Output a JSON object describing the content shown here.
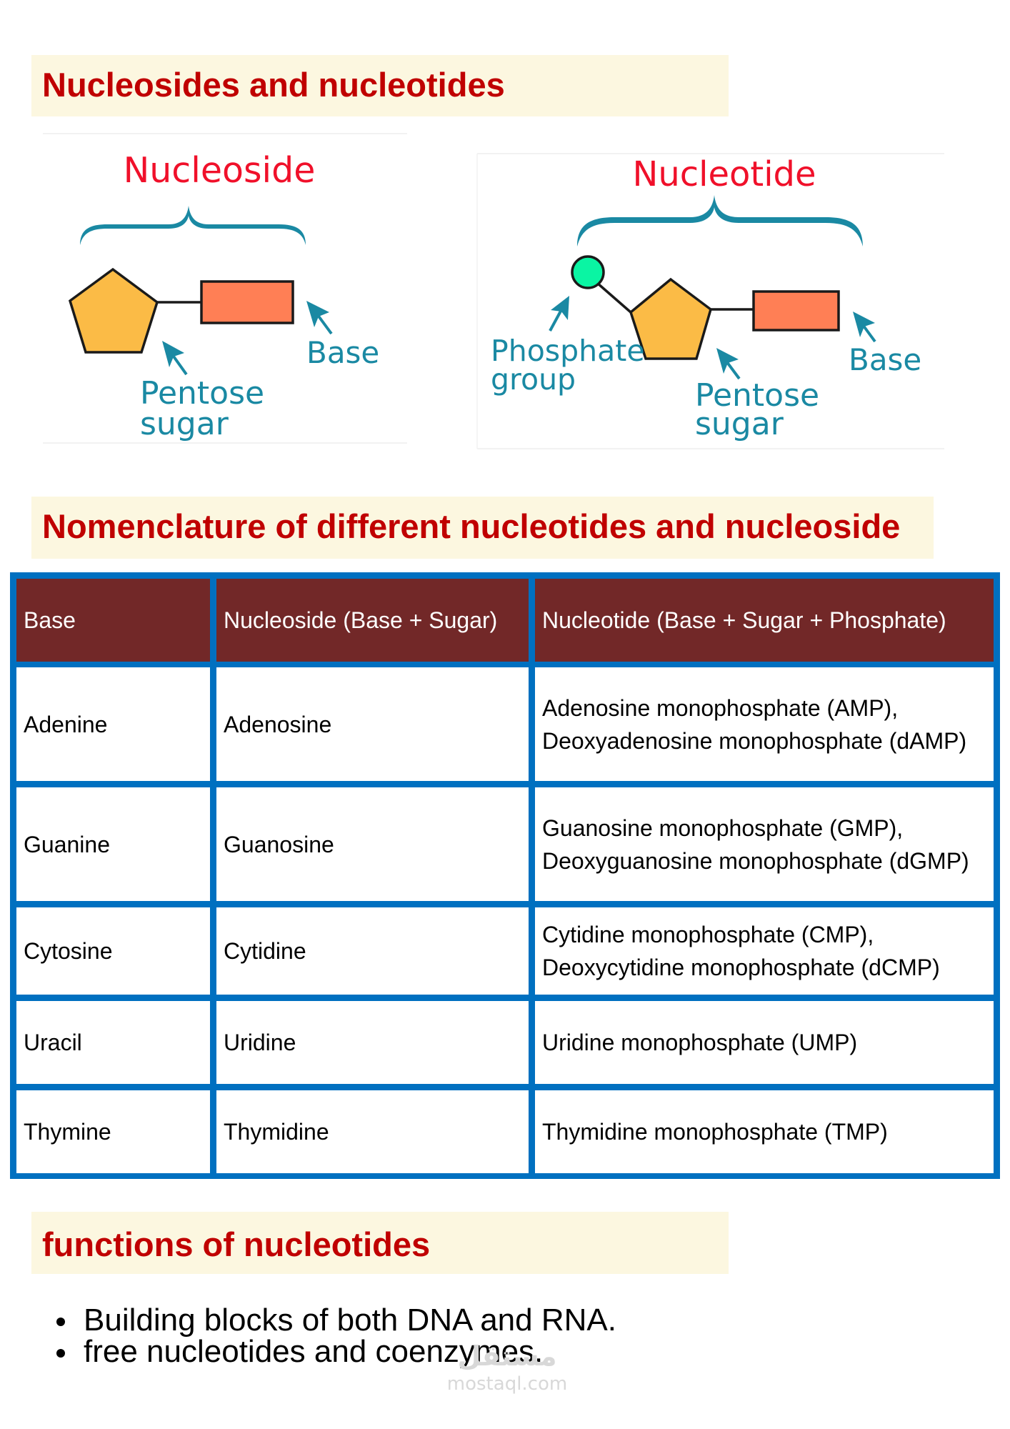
{
  "sections": {
    "nucleosides_nucleotides": {
      "title": "Nucleosides and nucleotides"
    },
    "nomenclature": {
      "title": "Nomenclature of different nucleotides and nucleoside"
    },
    "functions": {
      "title": "functions of nucleotides"
    }
  },
  "diagrams": {
    "nucleoside": {
      "title": "Nucleoside",
      "labels": {
        "sugar_line1": "Pentose",
        "sugar_line2": "sugar",
        "base": "Base"
      }
    },
    "nucleotide": {
      "title": "Nucleotide",
      "labels": {
        "phosphate_line1": "Phosphate",
        "phosphate_line2": "group",
        "sugar_line1": "Pentose",
        "sugar_line2": "sugar",
        "base": "Base"
      }
    },
    "colors": {
      "title_red": "#f0102a",
      "label_teal": "#1a89a3",
      "sugar_fill": "#fbbb46",
      "base_fill": "#ff7f55",
      "phosphate_fill": "#0af5a3"
    }
  },
  "table": {
    "headers": [
      "Base",
      "Nucleoside (Base + Sugar)",
      "Nucleotide (Base + Sugar + Phosphate)"
    ],
    "rows": [
      {
        "base": "Adenine",
        "nucleoside": "Adenosine",
        "nucleotide": [
          "Adenosine monophosphate (AMP),",
          "Deoxyadenosine monophosphate (dAMP)"
        ]
      },
      {
        "base": "Guanine",
        "nucleoside": "Guanosine",
        "nucleotide": [
          "Guanosine monophosphate (GMP),",
          "Deoxyguanosine monophosphate (dGMP)"
        ]
      },
      {
        "base": "Cytosine",
        "nucleoside": "Cytidine",
        "nucleotide": [
          "Cytidine monophosphate (CMP),",
          "Deoxycytidine monophosphate (dCMP)"
        ]
      },
      {
        "base": "Uracil",
        "nucleoside": "Uridine",
        "nucleotide": [
          "Uridine monophosphate (UMP)"
        ]
      },
      {
        "base": "Thymine",
        "nucleoside": "Thymidine",
        "nucleotide": [
          "Thymidine monophosphate (TMP)"
        ]
      }
    ],
    "colors": {
      "border": "#0070c0",
      "header_bg": "#722828",
      "header_text": "#ffffff"
    }
  },
  "functions_list": [
    "Building blocks of both DNA and RNA.",
    "free nucleotides and coenzymes."
  ],
  "watermark": {
    "arabic": "مستقل",
    "site": "mostaql.com"
  },
  "theme": {
    "heading_color": "#c00000",
    "heading_bg": "#fcf7e0"
  }
}
